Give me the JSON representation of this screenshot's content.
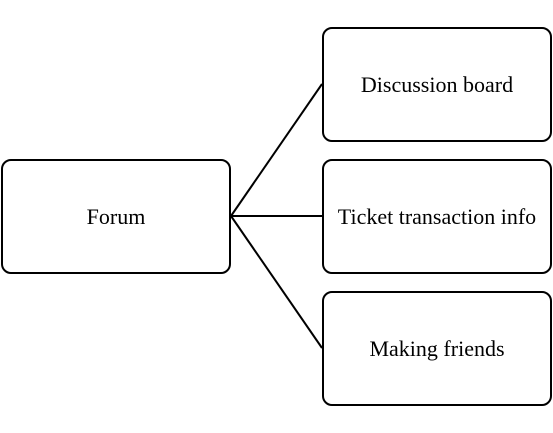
{
  "diagram": {
    "root": {
      "label": "Forum"
    },
    "children": [
      {
        "label": "Discussion board"
      },
      {
        "label": "Ticket transaction info"
      },
      {
        "label": "Making friends"
      }
    ]
  },
  "colors": {
    "stroke": "#000000",
    "background": "#ffffff",
    "text": "#000000"
  }
}
